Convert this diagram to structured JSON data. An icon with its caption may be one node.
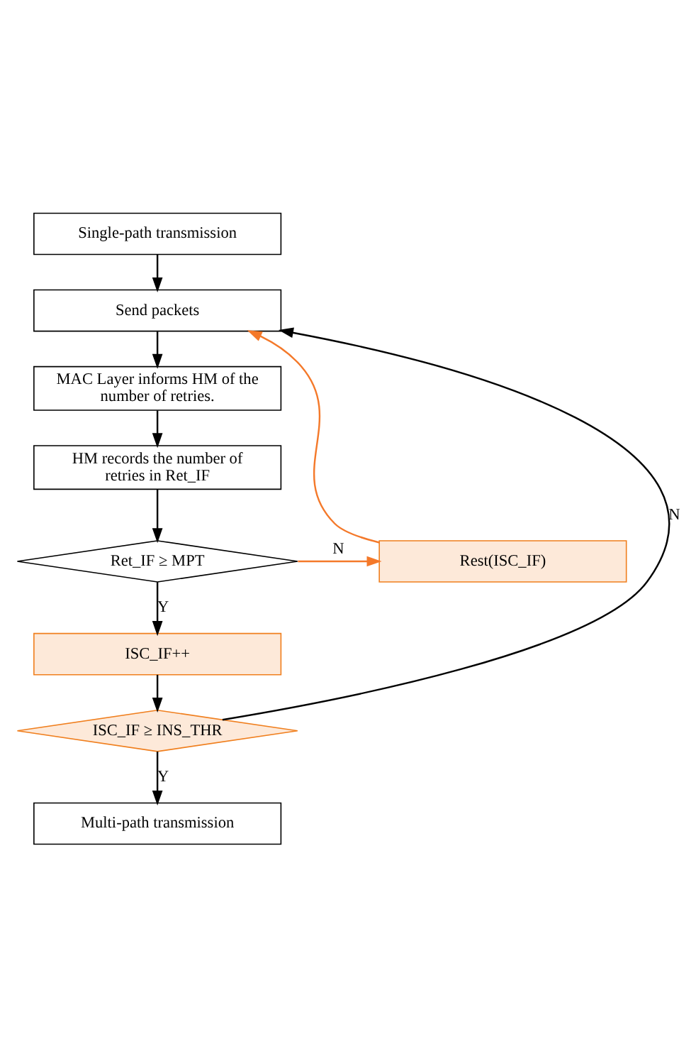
{
  "diagram": {
    "nodes": [
      {
        "text": [
          "Single-path transmission"
        ]
      },
      {
        "text": [
          "Send packets"
        ]
      },
      {
        "text": [
          "MAC Layer informs HM of the number of retries."
        ]
      },
      {
        "text": [
          "HM records the number of retries in Ret_IF"
        ]
      },
      {
        "text": [
          "Ret_IF ≥ MPT"
        ]
      },
      {
        "text": [
          "Rest(ISC_IF)"
        ]
      },
      {
        "text": [
          "ISC_IF++"
        ]
      },
      {
        "text": [
          "ISC_IF ≥ INS_THR"
        ]
      },
      {
        "text": [
          "Multi-path transmission"
        ]
      }
    ],
    "edges": [
      {
        "from": 0,
        "to": 1,
        "arrow": "to"
      },
      {
        "from": 1,
        "to": 2,
        "arrow": "to"
      },
      {
        "from": 2,
        "to": 3,
        "arrow": "to"
      },
      {
        "from": 3,
        "to": 4,
        "arrow": "to"
      },
      {
        "from": 4,
        "to": 6,
        "arrow": "to",
        "label": "Y"
      },
      {
        "from": 4,
        "to": 5,
        "arrow": "to",
        "label": "N",
        "color": "#f4792a"
      },
      {
        "from": 5,
        "to": 1,
        "arrow": "to",
        "color": "#f4792a"
      },
      {
        "from": 6,
        "to": 7,
        "arrow": "to"
      },
      {
        "from": 7,
        "to": 8,
        "arrow": "to",
        "label": "Y"
      },
      {
        "from": 7,
        "to": 1,
        "arrow": "to",
        "label": "N"
      }
    ]
  }
}
